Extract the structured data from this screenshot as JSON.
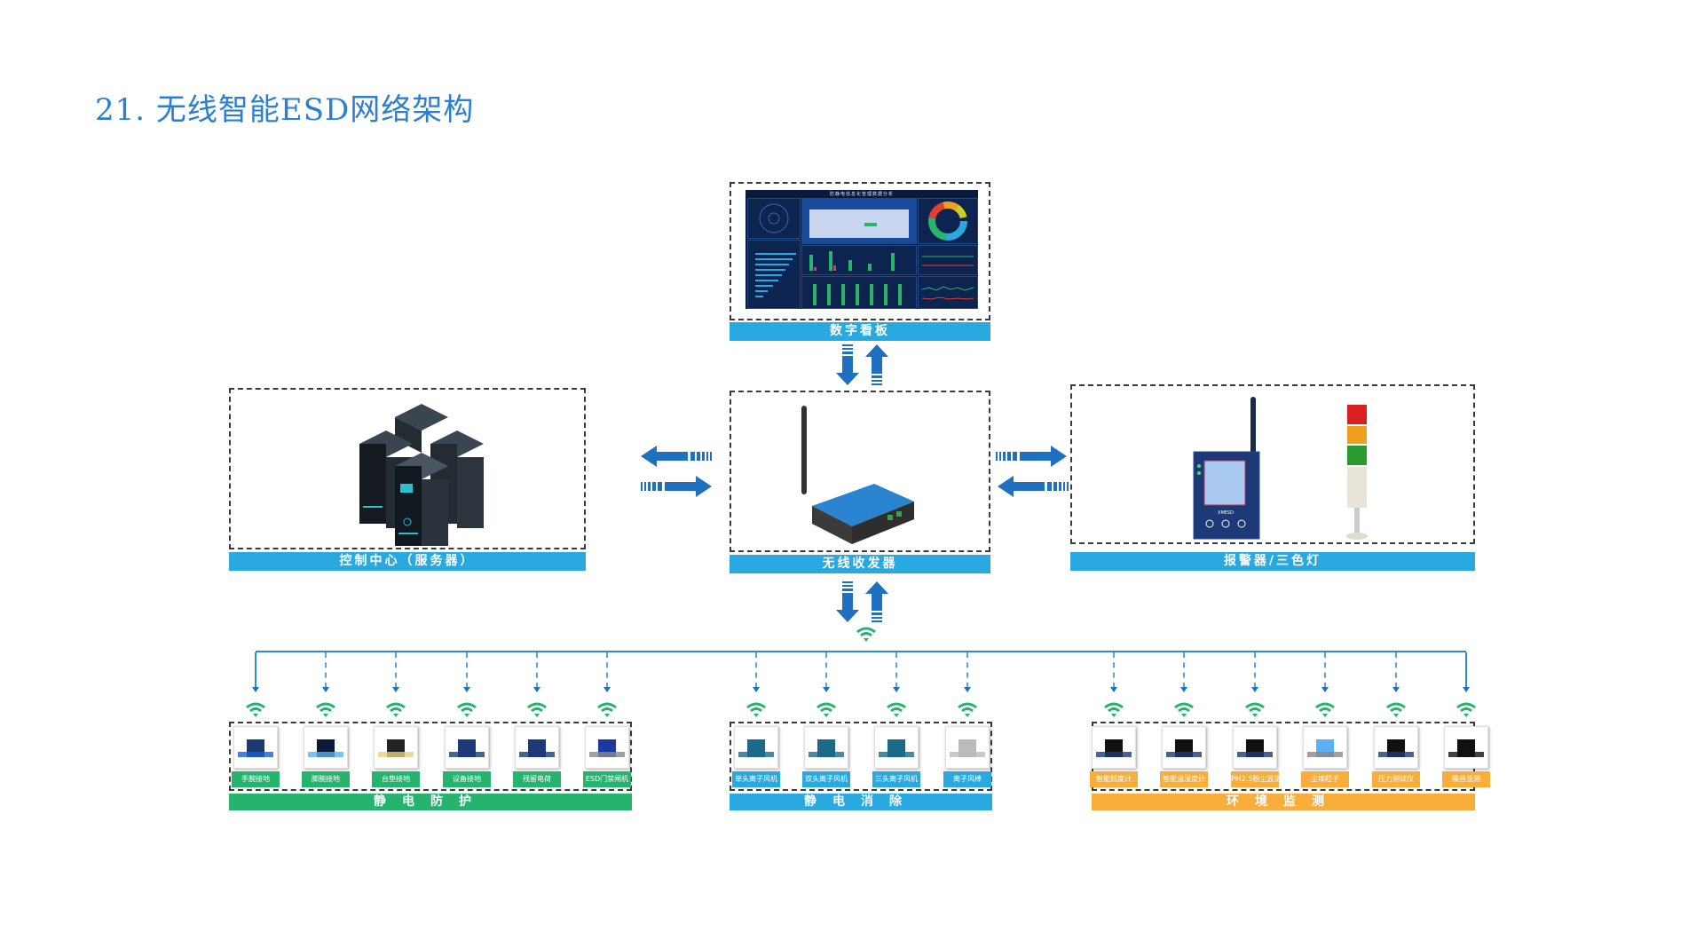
{
  "title": "21. 无线智能ESD网络架构",
  "colors": {
    "accent_blue": "#29a9e0",
    "arrow_blue": "#1f70c0",
    "protection_green": "#25b36e",
    "elimination_blue": "#29a9e0",
    "environment_orange": "#f9ae3b",
    "wifi_green": "#25b36e",
    "title_blue": "#2a7fd4"
  },
  "nodes": {
    "dashboard": {
      "label": "数字看板",
      "screen_header": "防静电信息化管理数据分析"
    },
    "transceiver": {
      "label": "无线收发器"
    },
    "control_center": {
      "label": "控制中心（服务器）"
    },
    "alarm": {
      "label": "报警器/三色灯",
      "device_brand": "XMESD"
    }
  },
  "groups": [
    {
      "name": "静电防护",
      "color": "#25b36e",
      "items": [
        "手腕接地",
        "脚腕接地",
        "台垫接地",
        "设备接地",
        "残留电荷",
        "ESD门禁闸机"
      ]
    },
    {
      "name": "静电消除",
      "color": "#29a9e0",
      "items": [
        "单头离子风机",
        "双头离子风机",
        "三头离子风机",
        "离子风棒"
      ]
    },
    {
      "name": "环境监测",
      "color": "#f9ae3b",
      "items": [
        "智能照度计",
        "智能温湿度计",
        "PM2.5粉尘监测",
        "尘埃粒子",
        "压力测试仪",
        "噪音监测"
      ]
    }
  ],
  "icons": {
    "wifi": "wifi-icon",
    "bidirectional_arrow": "double-arrow-icon"
  }
}
